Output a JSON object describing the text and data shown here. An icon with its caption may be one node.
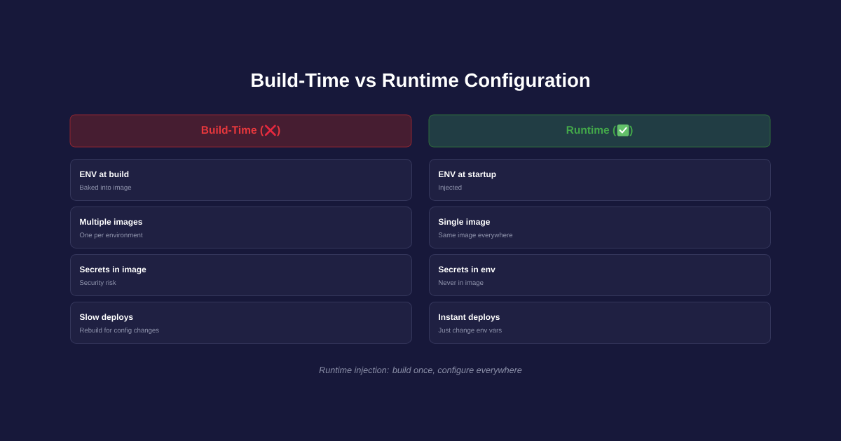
{
  "diagram": {
    "title": "Build-Time vs Runtime Configuration",
    "caption": "Runtime injection: build once, configure everywhere",
    "nodes": [
      {
        "text": [
          "Build-Time ( )"
        ]
      },
      {
        "text": [
          "ENV at build",
          "Baked into image"
        ]
      },
      {
        "text": [
          "Multiple images",
          "One per environment"
        ]
      },
      {
        "text": [
          "Secrets in image",
          "Security risk"
        ]
      },
      {
        "text": [
          "Slow deploys",
          "Rebuild for config changes"
        ]
      },
      {
        "text": [
          "Runtime ( )"
        ]
      },
      {
        "text": [
          "ENV at startup",
          "Injected"
        ]
      },
      {
        "text": [
          "Single image",
          "Same image everywhere"
        ]
      },
      {
        "text": [
          "Secrets in env",
          "Never in image"
        ]
      },
      {
        "text": [
          "Instant deploys",
          "Just change env vars"
        ]
      }
    ]
  }
}
